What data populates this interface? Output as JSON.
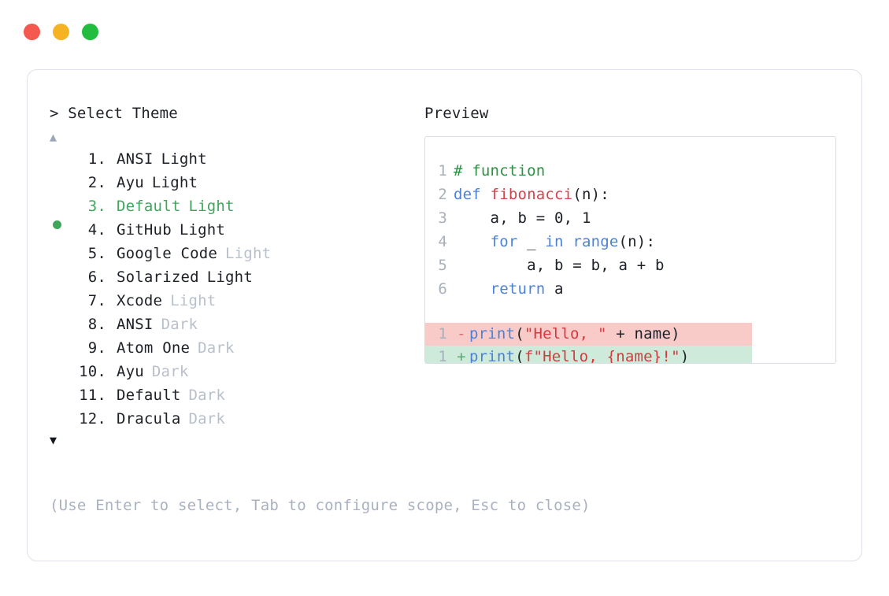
{
  "window": {
    "buttons": [
      {
        "name": "close",
        "color": "#f4584f"
      },
      {
        "name": "minimize",
        "color": "#f5b223"
      },
      {
        "name": "maximize",
        "color": "#22bc3f"
      }
    ]
  },
  "selector": {
    "prompt_symbol": ">",
    "title": "Select Theme",
    "scroll_up_glyph": "▲",
    "scroll_down_glyph": "▼",
    "selected_index": 3,
    "selected_color": "#3fa65c",
    "muted_color": "#b9c0cc",
    "items": [
      {
        "number": "1.",
        "name": "ANSI",
        "suffix": "Light",
        "suffix_muted": false,
        "selected": false
      },
      {
        "number": "2.",
        "name": "Ayu",
        "suffix": "Light",
        "suffix_muted": false,
        "selected": false
      },
      {
        "number": "3.",
        "name": "Default",
        "suffix": "Light",
        "suffix_muted": false,
        "selected": true
      },
      {
        "number": "4.",
        "name": "GitHub",
        "suffix": "Light",
        "suffix_muted": false,
        "selected": false
      },
      {
        "number": "5.",
        "name": "Google Code",
        "suffix": "Light",
        "suffix_muted": true,
        "selected": false
      },
      {
        "number": "6.",
        "name": "Solarized",
        "suffix": "Light",
        "suffix_muted": false,
        "selected": false
      },
      {
        "number": "7.",
        "name": "Xcode",
        "suffix": "Light",
        "suffix_muted": true,
        "selected": false
      },
      {
        "number": "8.",
        "name": "ANSI",
        "suffix": "Dark",
        "suffix_muted": true,
        "selected": false
      },
      {
        "number": "9.",
        "name": "Atom One",
        "suffix": "Dark",
        "suffix_muted": true,
        "selected": false
      },
      {
        "number": "10.",
        "name": "Ayu",
        "suffix": "Dark",
        "suffix_muted": true,
        "selected": false
      },
      {
        "number": "11.",
        "name": "Default",
        "suffix": "Dark",
        "suffix_muted": true,
        "selected": false
      },
      {
        "number": "12.",
        "name": "Dracula",
        "suffix": "Dark",
        "suffix_muted": true,
        "selected": false
      }
    ]
  },
  "preview": {
    "label": "Preview",
    "code_lines": [
      {
        "num": "1",
        "tokens": [
          {
            "t": "# function",
            "c": "comment"
          }
        ]
      },
      {
        "num": "2",
        "tokens": [
          {
            "t": "def ",
            "c": "keyword"
          },
          {
            "t": "fibonacci",
            "c": "func"
          },
          {
            "t": "(n):",
            "c": "plain"
          }
        ]
      },
      {
        "num": "3",
        "tokens": [
          {
            "t": "    a, b = 0, 1",
            "c": "plain"
          }
        ]
      },
      {
        "num": "4",
        "tokens": [
          {
            "t": "    ",
            "c": "plain"
          },
          {
            "t": "for",
            "c": "keyword"
          },
          {
            "t": " _ ",
            "c": "plain"
          },
          {
            "t": "in",
            "c": "keyword"
          },
          {
            "t": " ",
            "c": "plain"
          },
          {
            "t": "range",
            "c": "builtin"
          },
          {
            "t": "(n):",
            "c": "plain"
          }
        ]
      },
      {
        "num": "5",
        "tokens": [
          {
            "t": "        a, b = b, a + b",
            "c": "plain"
          }
        ]
      },
      {
        "num": "6",
        "tokens": [
          {
            "t": "    ",
            "c": "plain"
          },
          {
            "t": "return",
            "c": "keyword"
          },
          {
            "t": " a",
            "c": "plain"
          }
        ]
      }
    ],
    "diff_lines": [
      {
        "num": "1",
        "sign": "-",
        "kind": "removed",
        "bg": "#f8cbc8",
        "tokens": [
          {
            "t": "print",
            "c": "builtin"
          },
          {
            "t": "(",
            "c": "plain"
          },
          {
            "t": "\"Hello, \"",
            "c": "string"
          },
          {
            "t": " + name)",
            "c": "plain"
          }
        ]
      },
      {
        "num": "1",
        "sign": "+",
        "kind": "added",
        "bg": "#cdeada",
        "tokens": [
          {
            "t": "print",
            "c": "builtin"
          },
          {
            "t": "(",
            "c": "plain"
          },
          {
            "t": "f\"Hello, {name}!\"",
            "c": "string"
          },
          {
            "t": ")",
            "c": "plain"
          }
        ]
      }
    ]
  },
  "footer": {
    "help": "(Use Enter to select, Tab to configure scope, Esc to close)"
  }
}
